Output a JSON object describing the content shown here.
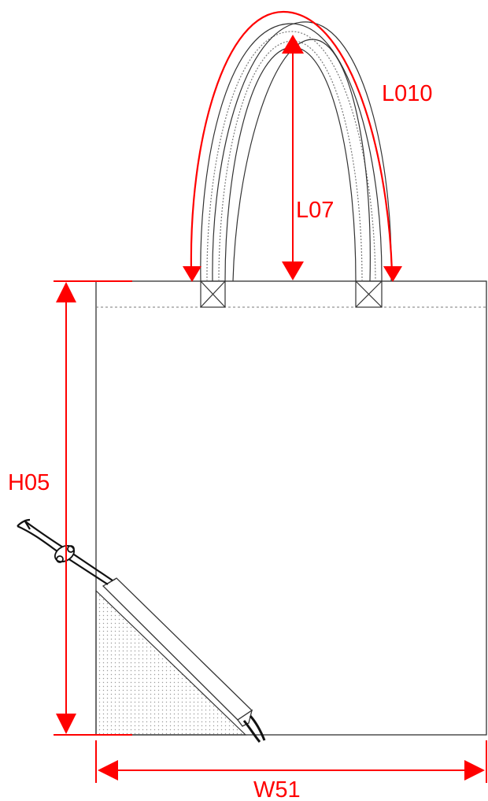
{
  "colors": {
    "dimension": "#ff0000",
    "outline": "#333333",
    "dashed": "#7a7a7a",
    "gusset_fill": "#eeeeee",
    "background": "#ffffff"
  },
  "labels": {
    "handle_length": "L010",
    "handle_drop": "L07",
    "height": "H05",
    "width": "W51"
  },
  "icons": {
    "arrowhead": "triangle-arrowhead-icon",
    "stitch_box": "x-stitch-box-icon",
    "drawstring": "drawstring-cord-icon"
  }
}
